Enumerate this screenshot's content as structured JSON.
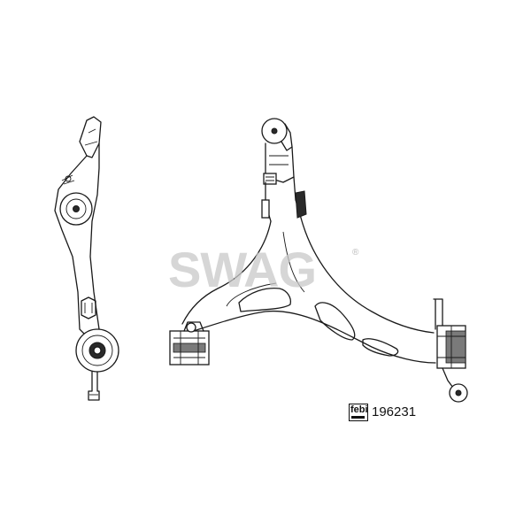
{
  "watermark": {
    "text": "SWAG",
    "mark": "®"
  },
  "logo": {
    "text": "febi"
  },
  "part_number": "196231",
  "colors": {
    "line": "#1a1a1a",
    "watermark": "#c9c9c9",
    "background": "#ffffff"
  }
}
